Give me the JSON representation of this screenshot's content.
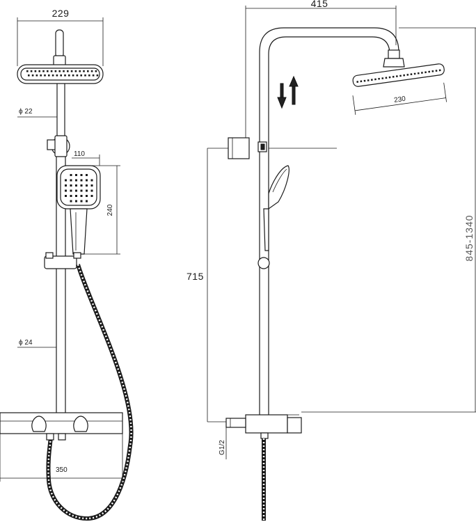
{
  "front_view": {
    "head_width": "229",
    "hand_width": "110",
    "hand_height": "240",
    "upper_pipe_dia": "ϕ 22",
    "lower_pipe_dia": "ϕ 24",
    "mixer_width": "350"
  },
  "side_view": {
    "projection": "415",
    "head_dia": "230",
    "outlet_height": "715",
    "connection": "G1/2",
    "total_height": "845-1340"
  }
}
